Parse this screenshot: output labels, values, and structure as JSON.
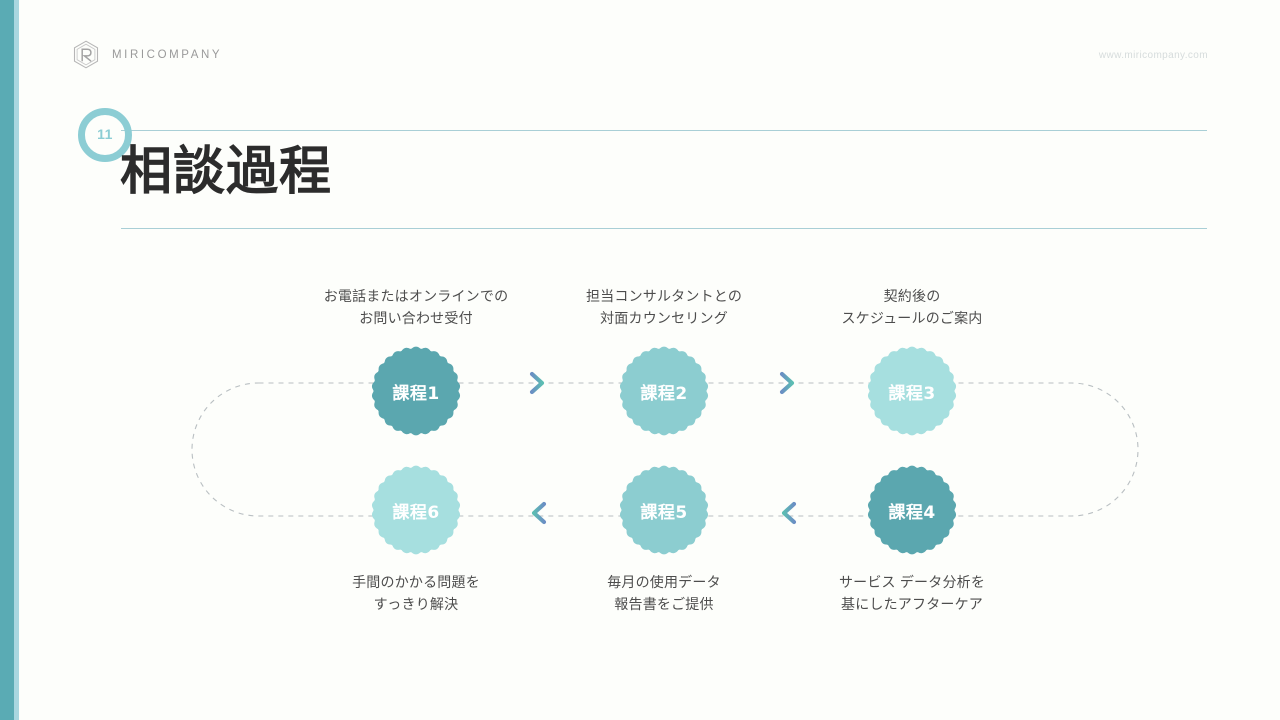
{
  "theme": {
    "edge_bar_dark": "#5aabb4",
    "edge_bar_light": "#a9d7e0",
    "rule": "#a9cfd6",
    "badge_ring": "#8ccdd4",
    "title_color": "#2c2c2c",
    "caption_color": "#4d4d4d",
    "chevron_from": "#6b8fc4",
    "chevron_to": "#62bdb4",
    "dash_color": "#b9bfc2"
  },
  "header": {
    "brand_name": "MIRICOMPANY",
    "brand_mark": "hexagon-r-logo-icon",
    "site_url": "www.miricompany.com"
  },
  "title_block": {
    "page_number": "11",
    "title": "相談過程"
  },
  "diagram": {
    "type": "cycle-process",
    "nodes": [
      {
        "id": "step-1",
        "badge_label": "課程1",
        "caption_line1": "お電話またはオンラインでの",
        "caption_line2": "お問い合わせ受付",
        "caption_position": "top",
        "color": "#5ba7af"
      },
      {
        "id": "step-2",
        "badge_label": "課程2",
        "caption_line1": "担当コンサルタントとの",
        "caption_line2": "対面カウンセリング",
        "caption_position": "top",
        "color": "#8ccdd0"
      },
      {
        "id": "step-3",
        "badge_label": "課程3",
        "caption_line1": "契約後の",
        "caption_line2": "スケジュールのご案内",
        "caption_position": "top",
        "color": "#a6dfdf"
      },
      {
        "id": "step-4",
        "badge_label": "課程4",
        "caption_line1": "サービス データ分析を",
        "caption_line2": "基にしたアフターケア",
        "caption_position": "bottom",
        "color": "#5ba7af"
      },
      {
        "id": "step-5",
        "badge_label": "課程5",
        "caption_line1": "毎月の使用データ",
        "caption_line2": "報告書をご提供",
        "caption_position": "bottom",
        "color": "#8ccdd0"
      },
      {
        "id": "step-6",
        "badge_label": "課程6",
        "caption_line1": "手間のかかる問題を",
        "caption_line2": "すっきり解決",
        "caption_position": "bottom",
        "color": "#a6dfdf"
      }
    ],
    "connectors": [
      {
        "id": "connector-1-2",
        "icon": "chevron-right-icon",
        "direction": "right"
      },
      {
        "id": "connector-2-3",
        "icon": "chevron-right-icon",
        "direction": "right"
      },
      {
        "id": "connector-5-6",
        "icon": "chevron-left-icon",
        "direction": "left"
      },
      {
        "id": "connector-4-5",
        "icon": "chevron-left-icon",
        "direction": "left"
      }
    ]
  }
}
